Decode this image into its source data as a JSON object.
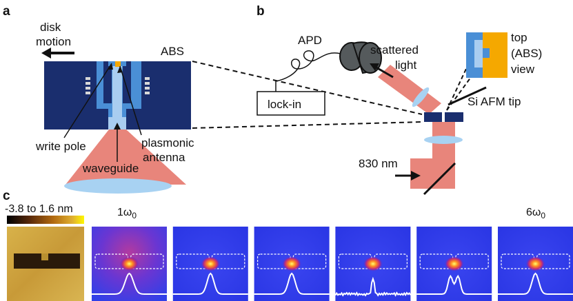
{
  "panels": {
    "a": "a",
    "b": "b",
    "c": "c"
  },
  "panel_a": {
    "disk_motion_line1": "disk",
    "disk_motion_line2": "motion",
    "abs": "ABS",
    "write_pole": "write pole",
    "plasmonic_line1": "plasmonic",
    "plasmonic_line2": "antenna",
    "waveguide": "waveguide"
  },
  "panel_b": {
    "apd": "APD",
    "scattered_line1": "scattered",
    "scattered_line2": "light",
    "lockin": "lock-in",
    "top_line1": "top",
    "top_line2": "(ABS)",
    "top_line3": "view",
    "tip": "Si AFM tip",
    "wavelength": "830 nm"
  },
  "panel_c": {
    "colorbar_label": "-3.8 to 1.6 nm",
    "first_harmonic": "1ω0",
    "last_harmonic": "6ω0"
  },
  "colors": {
    "abs_blue": "#1a2e6e",
    "pole_blue": "#4a8fd6",
    "pale_blue": "#a9cdf0",
    "gold": "#f5a800",
    "beam": "#e8857b",
    "lens": "#a8d2f2",
    "apd_gray": "#555a5c",
    "nearfield_blue": "#2a3ee6"
  },
  "nearfield_maps": [
    {
      "id": "1",
      "peak_profile": "single-broad"
    },
    {
      "id": "2",
      "peak_profile": "single"
    },
    {
      "id": "3",
      "peak_profile": "single"
    },
    {
      "id": "4",
      "peak_profile": "single-noisy"
    },
    {
      "id": "5",
      "peak_profile": "double"
    },
    {
      "id": "6",
      "peak_profile": "single"
    }
  ]
}
